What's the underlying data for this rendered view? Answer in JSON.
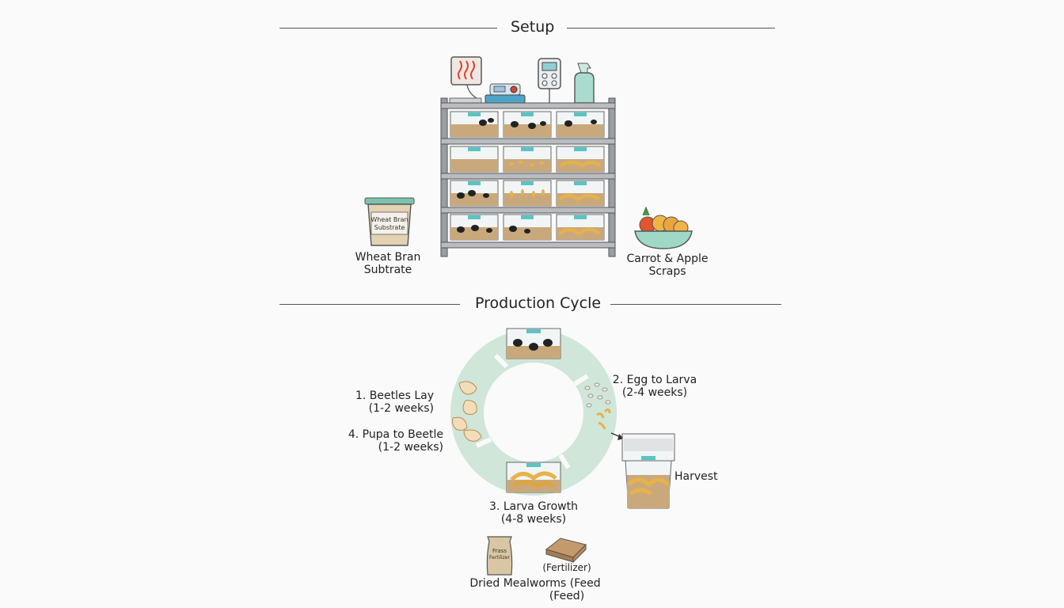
{
  "setup": {
    "title": "Setup",
    "wheat_bran": {
      "label_line1": "Wheat Bran",
      "label_line2": "Subtrate",
      "tub_text_line1": "Wheat Bran",
      "tub_text_line2": "Substrate"
    },
    "scraps": {
      "label_line1": "Carrot & Apple",
      "label_line2": "Scraps"
    }
  },
  "cycle": {
    "title": "Production Cycle",
    "step1": {
      "line1": "1. Beetles Lay",
      "line2": "(1-2 weeks)"
    },
    "step2": {
      "line1": "2. Egg to Larva",
      "line2": "(2-4 weeks)"
    },
    "step3": {
      "line1": "3. Larva Growth",
      "line2": "(4-8 weeks)"
    },
    "step4": {
      "line1": "4. Pupa to Beetle",
      "line2": "(1-2 weeks)"
    },
    "harvest": "Harvest"
  },
  "outputs": {
    "bag_text_line1": "Frass",
    "bag_text_line2": "Fertilizer",
    "fertilizer": "(Fertilizer)",
    "dried_line1": "Dried Mealworms (Feed",
    "dried_line2": "(Feed)"
  },
  "colors": {
    "ring": "#cfe6d9",
    "lid": "#5bc3c4",
    "substrate": "#c9a97c",
    "larva": "#e7b24a",
    "shelf": "#8a8d92"
  }
}
